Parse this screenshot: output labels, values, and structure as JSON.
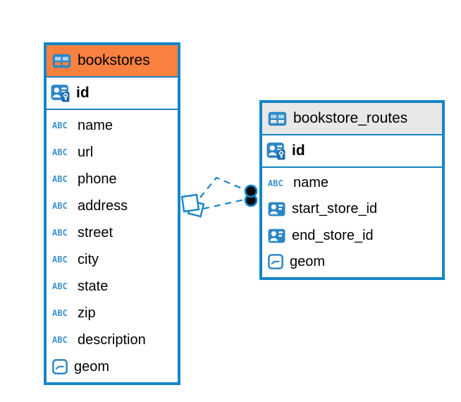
{
  "diagram": {
    "tables": [
      {
        "name": "bookstores",
        "header_color": "#f9813f",
        "primary_key": {
          "label": "id",
          "icon": "primary-key-column-icon"
        },
        "columns": [
          {
            "label": "name",
            "icon": "text-type-icon"
          },
          {
            "label": "url",
            "icon": "text-type-icon"
          },
          {
            "label": "phone",
            "icon": "text-type-icon"
          },
          {
            "label": "address",
            "icon": "text-type-icon"
          },
          {
            "label": "street",
            "icon": "text-type-icon"
          },
          {
            "label": "city",
            "icon": "text-type-icon"
          },
          {
            "label": "state",
            "icon": "text-type-icon"
          },
          {
            "label": "zip",
            "icon": "text-type-icon"
          },
          {
            "label": "description",
            "icon": "text-type-icon"
          },
          {
            "label": "geom",
            "icon": "geometry-type-icon"
          }
        ]
      },
      {
        "name": "bookstore_routes",
        "header_color": "#e8e8e8",
        "primary_key": {
          "label": "id",
          "icon": "primary-key-column-icon"
        },
        "columns": [
          {
            "label": "name",
            "icon": "text-type-icon"
          },
          {
            "label": "start_store_id",
            "icon": "foreign-key-column-icon"
          },
          {
            "label": "end_store_id",
            "icon": "foreign-key-column-icon"
          },
          {
            "label": "geom",
            "icon": "geometry-type-icon"
          }
        ]
      }
    ],
    "relation": {
      "from_table": "bookstores",
      "to_table": "bookstore_routes",
      "line_style": "dashed",
      "line_count": 2
    },
    "icons": {
      "text_type_glyph": "ABC"
    },
    "colors": {
      "accent_blue": "#1585c8",
      "orange_header": "#f9813f",
      "gray_header": "#e8e8e8",
      "icon_blue": "#2d87c6",
      "text": "#000000"
    }
  }
}
